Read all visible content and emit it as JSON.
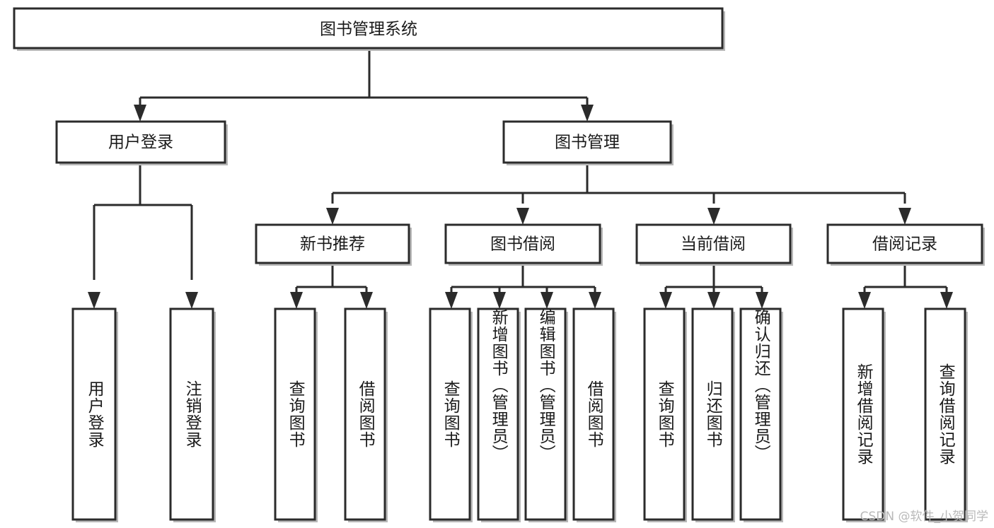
{
  "diagram": {
    "title": "图书管理系统",
    "type": "tree-hierarchy",
    "watermark": "CSDN @软件_小贺同学",
    "colors": {
      "stroke": "#2b2b2b",
      "fill": "#ffffff",
      "shadow": "#b8b8b8",
      "text": "#1a1a1a",
      "watermark": "#b9b9b9"
    },
    "nodes": {
      "root": {
        "label": "图书管理系统",
        "orientation": "horizontal"
      },
      "level2": [
        {
          "id": "user-login",
          "label": "用户登录",
          "orientation": "horizontal"
        },
        {
          "id": "book-manage",
          "label": "图书管理",
          "orientation": "horizontal"
        }
      ],
      "level3": [
        {
          "id": "new-book-rec",
          "label": "新书推荐",
          "orientation": "horizontal"
        },
        {
          "id": "book-borrow",
          "label": "图书借阅",
          "orientation": "horizontal"
        },
        {
          "id": "current-borrow",
          "label": "当前借阅",
          "orientation": "horizontal"
        },
        {
          "id": "borrow-record",
          "label": "借阅记录",
          "orientation": "horizontal"
        }
      ],
      "leaves": [
        {
          "id": "leaf-user-login",
          "label": "用户登录",
          "parent": "user-login",
          "orientation": "vertical"
        },
        {
          "id": "leaf-user-logout",
          "label": "注销登录",
          "parent": "user-login",
          "orientation": "vertical"
        },
        {
          "id": "leaf-query-book-1",
          "label": "查询图书",
          "parent": "new-book-rec",
          "orientation": "vertical"
        },
        {
          "id": "leaf-borrow-book-1",
          "label": "借阅图书",
          "parent": "new-book-rec",
          "orientation": "vertical"
        },
        {
          "id": "leaf-query-book-2",
          "label": "查询图书",
          "parent": "book-borrow",
          "orientation": "vertical"
        },
        {
          "id": "leaf-add-book",
          "label": "新增图书（管理员）",
          "parent": "book-borrow",
          "orientation": "vertical"
        },
        {
          "id": "leaf-edit-book",
          "label": "编辑图书（管理员）",
          "parent": "book-borrow",
          "orientation": "vertical"
        },
        {
          "id": "leaf-borrow-book-2",
          "label": "借阅图书",
          "parent": "book-borrow",
          "orientation": "vertical"
        },
        {
          "id": "leaf-query-book-3",
          "label": "查询图书",
          "parent": "current-borrow",
          "orientation": "vertical"
        },
        {
          "id": "leaf-return-book",
          "label": "归还图书",
          "parent": "current-borrow",
          "orientation": "vertical"
        },
        {
          "id": "leaf-confirm-return",
          "label": "确认归还（管理员）",
          "parent": "current-borrow",
          "orientation": "vertical"
        },
        {
          "id": "leaf-add-record",
          "label": "新增借阅记录",
          "parent": "borrow-record",
          "orientation": "vertical"
        },
        {
          "id": "leaf-query-record",
          "label": "查询借阅记录",
          "parent": "borrow-record",
          "orientation": "vertical"
        }
      ]
    }
  }
}
